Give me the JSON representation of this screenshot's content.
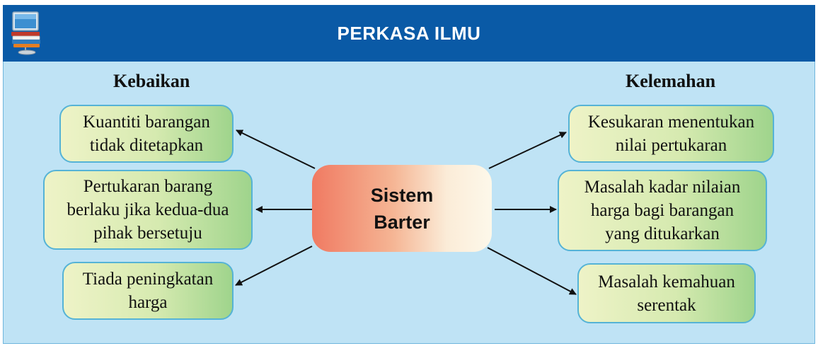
{
  "header": {
    "title": "PERKASA ILMU",
    "logo_icon": "computer-books-icon",
    "background": "#0a5aa6"
  },
  "panel": {
    "background": "#bfe3f5"
  },
  "diagram": {
    "center": {
      "lines": [
        "Sistem",
        "Barter"
      ]
    },
    "left": {
      "heading": "Kebaikan",
      "items": [
        {
          "lines": [
            "Kuantiti barangan",
            "tidak ditetapkan"
          ]
        },
        {
          "lines": [
            "Pertukaran barang",
            "berlaku jika kedua-dua",
            "pihak bersetuju"
          ]
        },
        {
          "lines": [
            "Tiada peningkatan",
            "harga"
          ]
        }
      ]
    },
    "right": {
      "heading": "Kelemahan",
      "items": [
        {
          "lines": [
            "Kesukaran menentukan",
            "nilai pertukaran"
          ]
        },
        {
          "lines": [
            "Masalah kadar nilaian",
            "harga bagi barangan",
            "yang ditukarkan"
          ]
        },
        {
          "lines": [
            "Masalah kemahuan",
            "serentak"
          ]
        }
      ]
    }
  }
}
